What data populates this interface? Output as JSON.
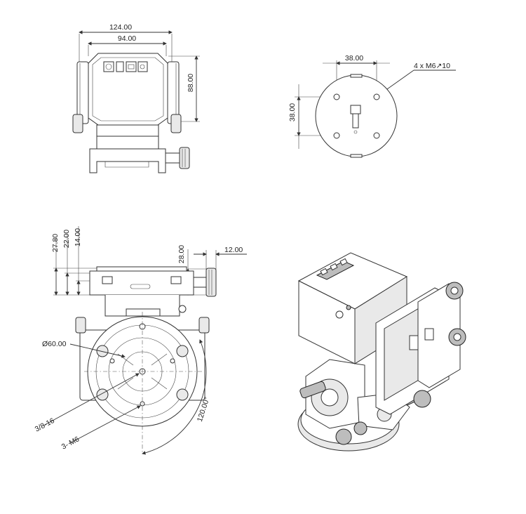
{
  "top_view": {
    "dim_outer_width": "124.00",
    "dim_inner_width": "94.00",
    "dim_height": "88.00"
  },
  "mount_plate": {
    "dim_horizontal": "38.00",
    "dim_vertical": "38.00",
    "hole_callout": "4 x M6↗10"
  },
  "front_view": {
    "dim_a": "27.80",
    "dim_b": "22.00",
    "dim_c": "14.00",
    "dim_clamp_height": "28.00",
    "dim_clamp_width": "12.00",
    "dia_label": "Ø60.00",
    "thread_label": "3/8-16",
    "holes_label": "3- M6",
    "angle_label": "120.00°"
  }
}
